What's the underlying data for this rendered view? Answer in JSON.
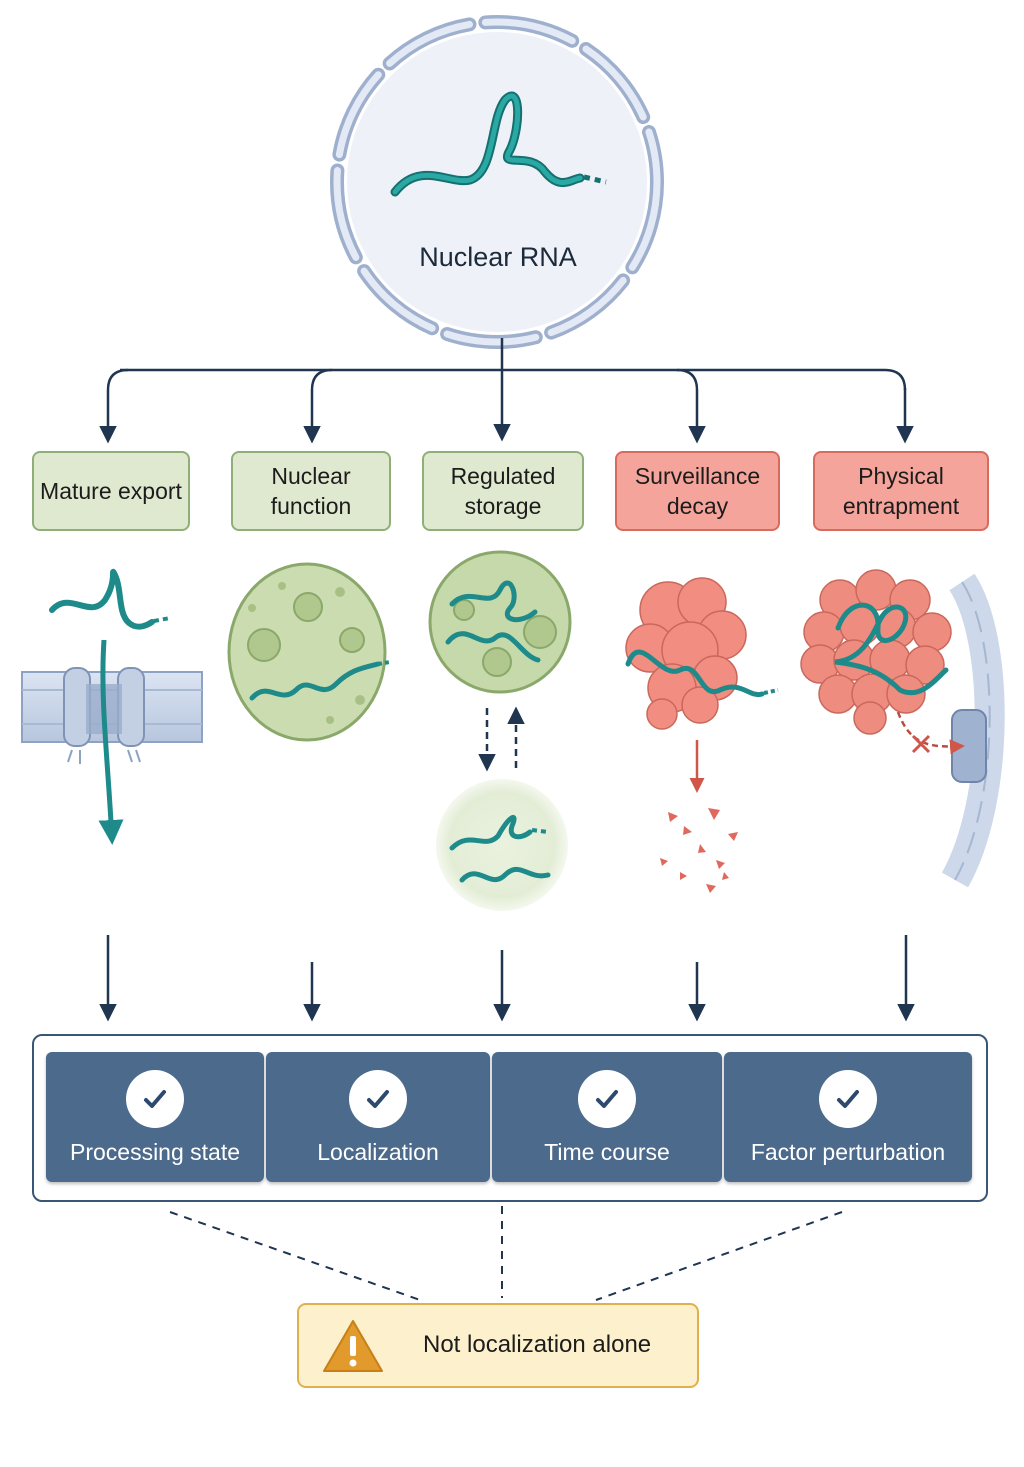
{
  "nucleus": {
    "title": "Nuclear RNA"
  },
  "fates": [
    {
      "label": "Mature export",
      "category": "productive"
    },
    {
      "label": "Nuclear function",
      "category": "productive"
    },
    {
      "label": "Regulated storage",
      "category": "productive"
    },
    {
      "label": "Surveillance decay",
      "category": "degradative"
    },
    {
      "label": "Physical entrapment",
      "category": "degradative"
    }
  ],
  "criteria": [
    {
      "label": "Processing state",
      "icon": "check-icon"
    },
    {
      "label": "Localization",
      "icon": "check-icon"
    },
    {
      "label": "Time course",
      "icon": "check-icon"
    },
    {
      "label": "Factor perturbation",
      "icon": "check-icon"
    }
  ],
  "warning": {
    "label": "Not localization alone",
    "icon": "warning-icon"
  },
  "colors": {
    "productive": "#dfe9cf",
    "degradative": "#f4a49a",
    "criteria": "#4c6a8c",
    "warning": "#fdf0cc",
    "rna": "#1e8a8a",
    "arrow": "#1f3550"
  }
}
